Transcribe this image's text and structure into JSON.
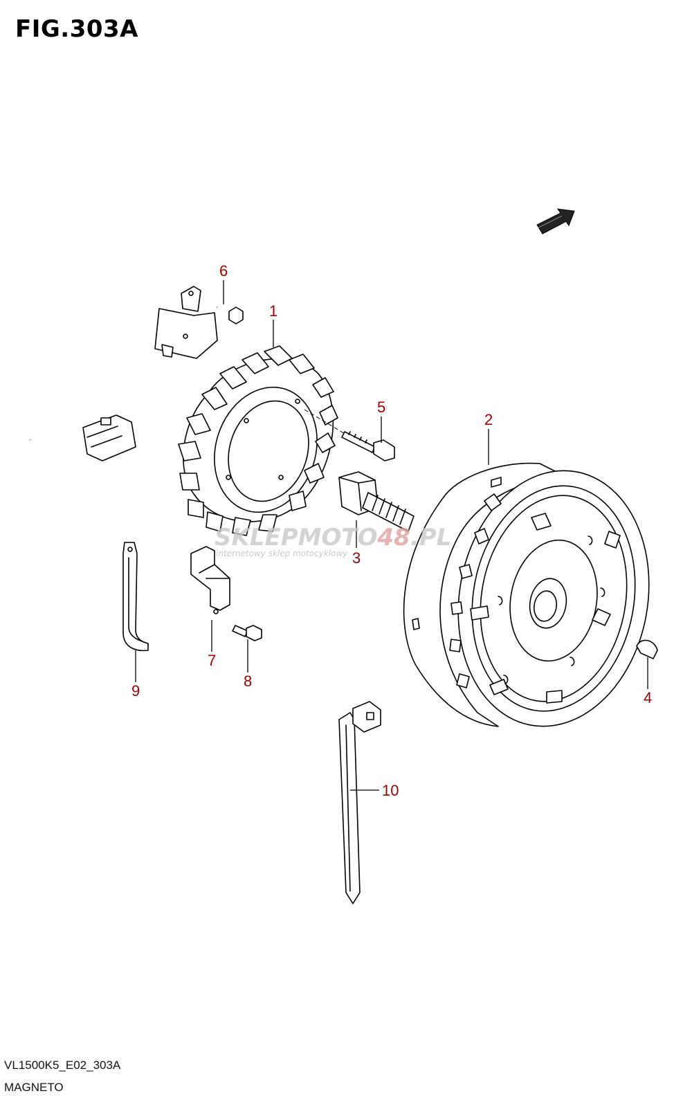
{
  "figure": {
    "title": "FIG.303A"
  },
  "footer": {
    "code": "VL1500K5_E02_303A",
    "name": "MAGNETO"
  },
  "callouts": [
    "1",
    "2",
    "3",
    "4",
    "5",
    "6",
    "7",
    "8",
    "9",
    "10"
  ],
  "watermark": {
    "brand_a": "SKLEPMOTO",
    "brand_b": "48",
    "brand_c": ".PL",
    "tagline": "internetowy sklep motocyklowy"
  },
  "colors": {
    "callout": "#a00000",
    "line": "#000000",
    "watermark": "#c9c9c9"
  }
}
